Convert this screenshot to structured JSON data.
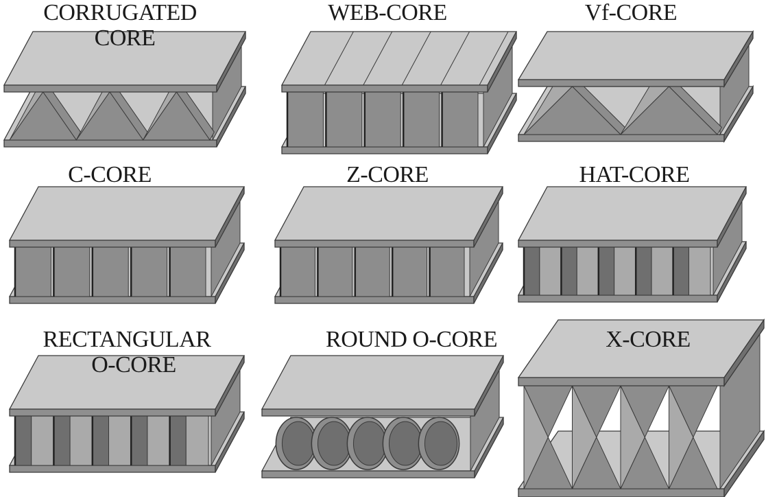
{
  "colors": {
    "plate_top": "#c9c9c9",
    "plate_edge": "#8f8f8f",
    "core_light": "#aaaaaa",
    "core_mid": "#8d8d8d",
    "core_dark": "#6f6f6f",
    "outline": "#3a3a3a"
  },
  "panels": [
    {
      "id": "corrugated",
      "lines": [
        "CORRUGATED",
        "CORE"
      ],
      "core": "corrugated"
    },
    {
      "id": "web",
      "lines": [
        "WEB-CORE"
      ],
      "core": "web"
    },
    {
      "id": "vf",
      "lines": [
        "Vf-CORE"
      ],
      "core": "vf"
    },
    {
      "id": "c",
      "lines": [
        "C-CORE"
      ],
      "core": "c"
    },
    {
      "id": "z",
      "lines": [
        "Z-CORE"
      ],
      "core": "z"
    },
    {
      "id": "hat",
      "lines": [
        "HAT-CORE"
      ],
      "core": "hat"
    },
    {
      "id": "rect",
      "lines": [
        "RECTANGULAR",
        "O-CORE"
      ],
      "core": "rect"
    },
    {
      "id": "round",
      "lines": [
        "ROUND O-CORE"
      ],
      "core": "round"
    },
    {
      "id": "x",
      "lines": [
        "X-CORE"
      ],
      "core": "x"
    }
  ]
}
